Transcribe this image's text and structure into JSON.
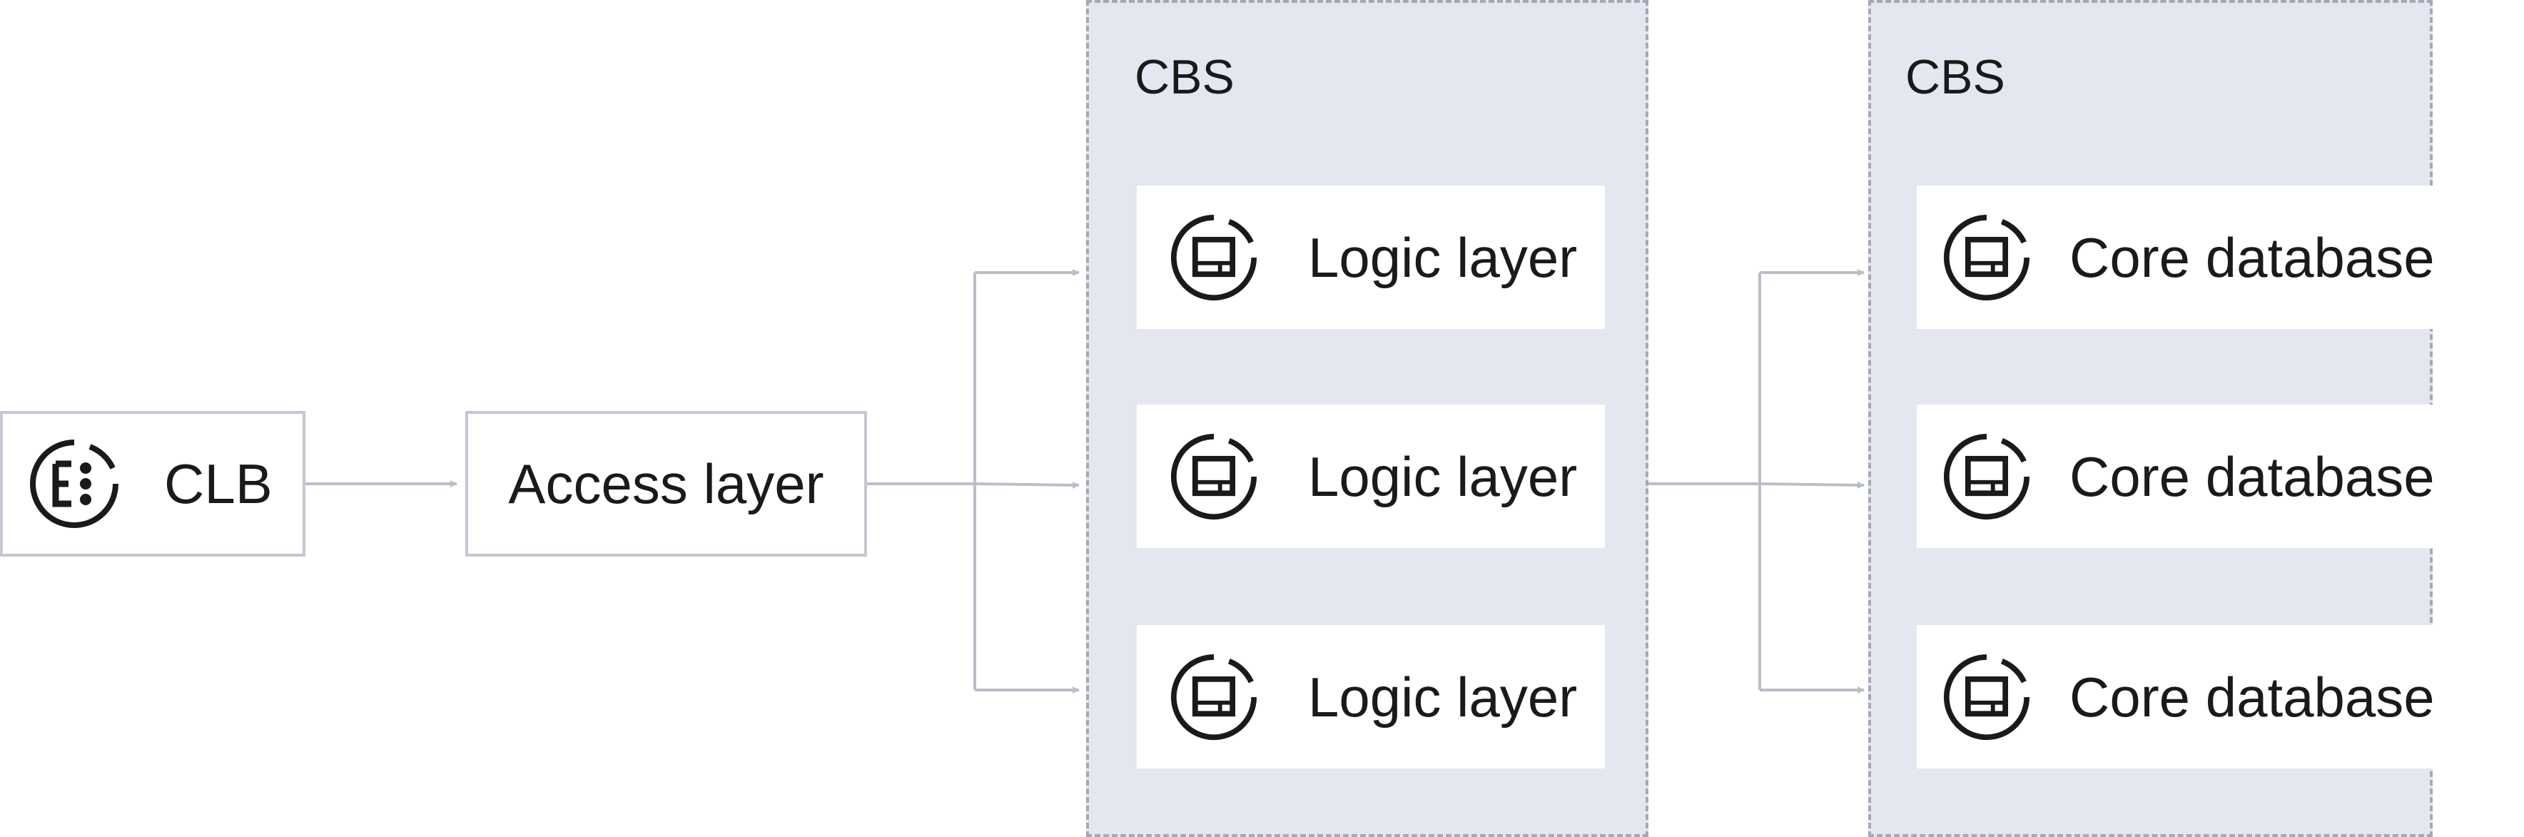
{
  "diagram": {
    "clb": {
      "label": "CLB",
      "icon": "clb-icon"
    },
    "access": {
      "label": "Access layer"
    },
    "logic_group": {
      "label": "CBS",
      "items": [
        {
          "label": "Logic layer",
          "icon": "server-icon"
        },
        {
          "label": "Logic layer",
          "icon": "server-icon"
        },
        {
          "label": "Logic layer",
          "icon": "server-icon"
        }
      ]
    },
    "db_group": {
      "label": "CBS",
      "items": [
        {
          "label": "Core database",
          "icon": "server-icon"
        },
        {
          "label": "Core database",
          "icon": "server-icon"
        },
        {
          "label": "Core database",
          "icon": "server-icon"
        }
      ]
    },
    "colors": {
      "connector": "#b9bec8",
      "node_border": "#c3c8d2",
      "group_fill": "#e4e7f0",
      "group_border": "#a3a9b4",
      "text": "#1a1a1a"
    }
  }
}
